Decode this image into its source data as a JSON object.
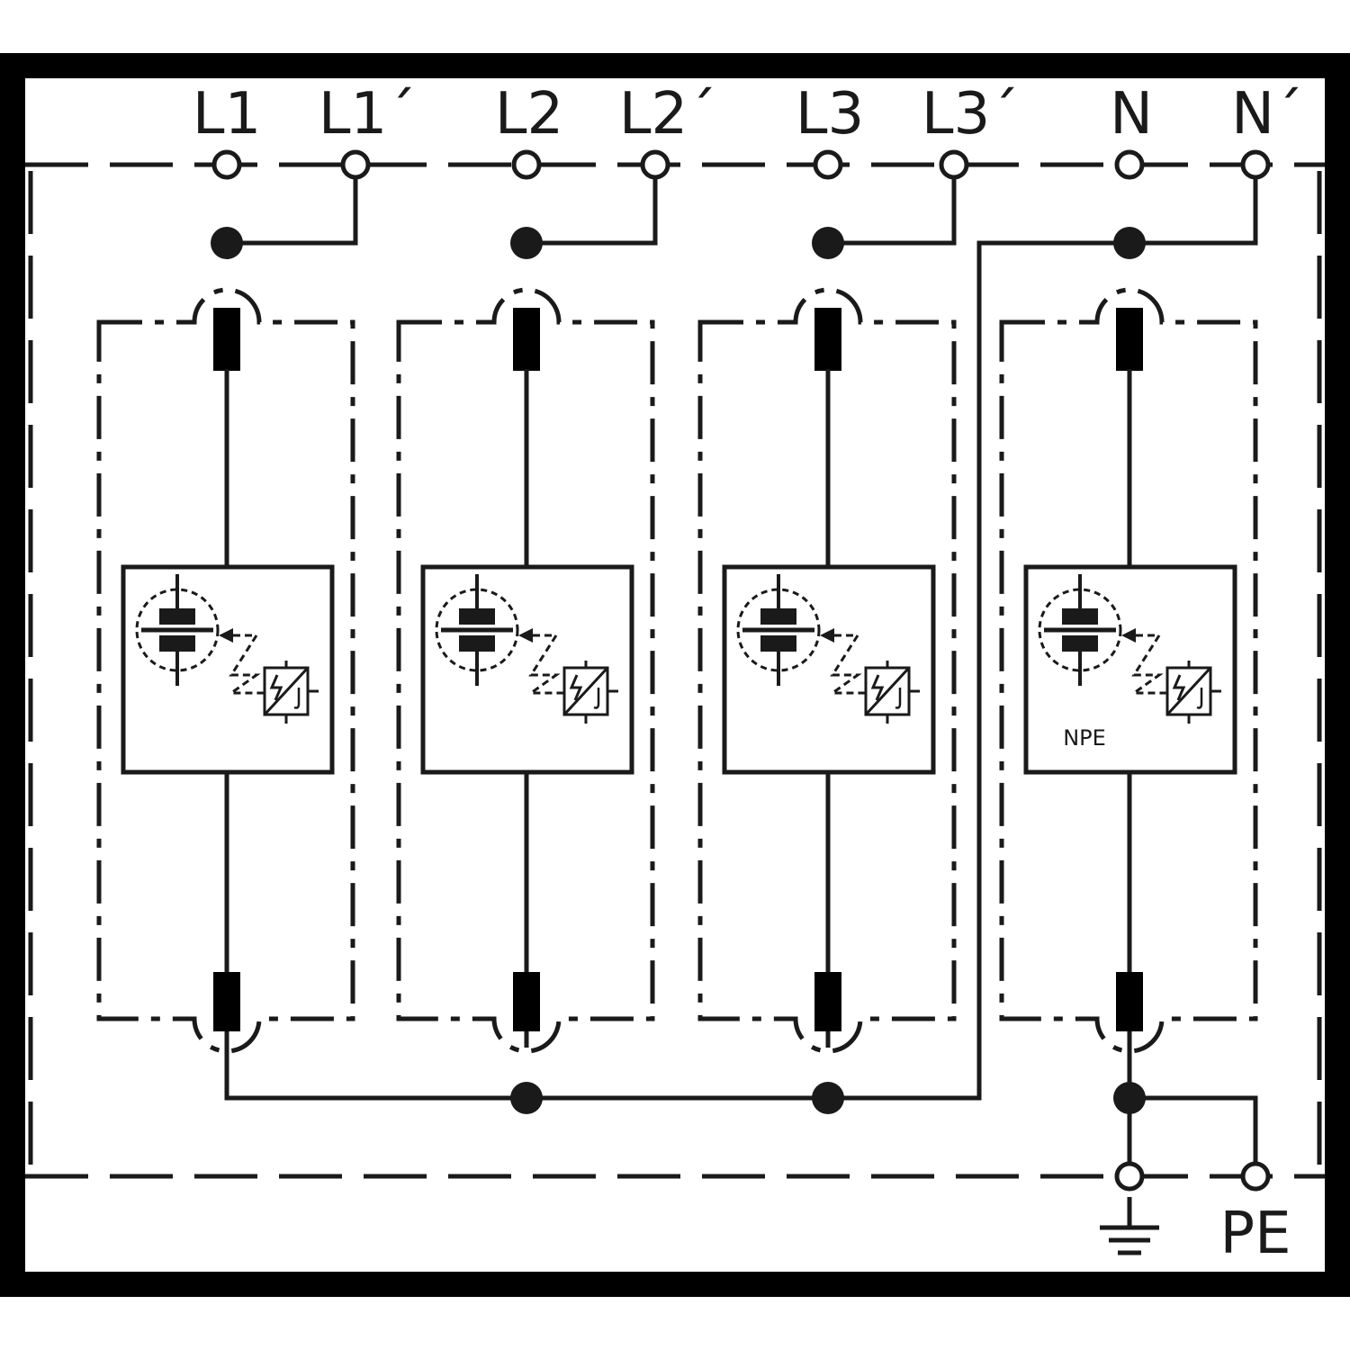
{
  "top_terminals": [
    "L1",
    "L1´",
    "L2",
    "L2´",
    "L3",
    "L3´",
    "N",
    "N´"
  ],
  "bottom_terminal_label": "PE",
  "modules": [
    {
      "id": "L1",
      "label": ""
    },
    {
      "id": "L2",
      "label": ""
    },
    {
      "id": "L3",
      "label": ""
    },
    {
      "id": "N",
      "label": "NPE"
    }
  ],
  "icons": {
    "earth": "ground-icon",
    "arrester": "spark-gap-icon",
    "indicator": "status-indicator-icon"
  },
  "colors": {
    "line": "#1a1a1a",
    "frame": "#000000",
    "background": "#ffffff"
  }
}
